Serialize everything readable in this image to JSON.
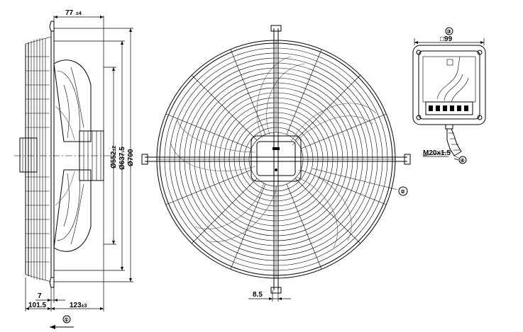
{
  "side_view": {
    "dim_top": "77",
    "dim_top_tol": "±4",
    "dim_d1": "Ø552",
    "dim_d1_tol": "±2",
    "dim_d2": "Ø637.5",
    "dim_d3": "Ø700",
    "dim_b1": "7",
    "dim_b2": "101.5",
    "dim_b3": "123",
    "dim_b3_tol": "±3",
    "callout_airflow": "①"
  },
  "front_view": {
    "dim_bottom": "8.5",
    "callout_blade": "②"
  },
  "terminal_box": {
    "callout_box": "③",
    "dim_box_prefix": "□",
    "dim_box": "99",
    "cable_gland": "M20x1.5",
    "callout_gland": "④"
  },
  "colors": {
    "line": "#000000",
    "background": "#ffffff"
  }
}
